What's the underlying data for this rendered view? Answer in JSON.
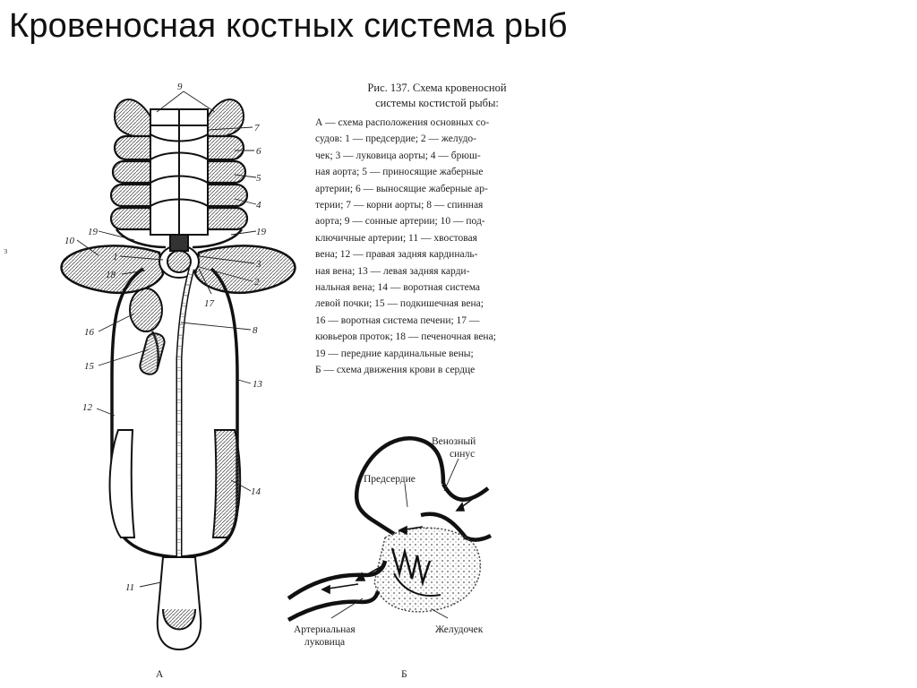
{
  "slide": {
    "title": "Кровеносная  костных система рыб"
  },
  "caption": {
    "title_line1": "Рис. 137. Схема кровеносной",
    "title_line2": "системы костистой рыбы:",
    "lines": [
      "А — схема расположения основных со-",
      "судов: 1 — предсердие; 2 — желудо-",
      "чек; 3 — луковица аорты; 4 — брюш-",
      "ная аорта; 5 — приносящие жаберные",
      "артерии; 6 — выносящие жаберные ар-",
      "терии; 7 — корни аорты; 8 — спинная",
      "аорта; 9 — сонные артерии; 10 — под-",
      "ключичные артерии; 11 — хвостовая",
      "вена; 12 — правая задняя кардиналь-",
      "ная вена; 13 — левая задняя карди-",
      "нальная вена; 14 — воротная система",
      "левой почки; 15 — подкишечная вена;",
      "16 — воротная система печени; 17 —",
      "кювьеров проток; 18 — печеночная вена;",
      "19 — передние кардинальные вены;",
      "Б — схема движения крови в сердце"
    ]
  },
  "figure_a": {
    "panel_label": "А",
    "labels": {
      "n1": "1",
      "n2": "2",
      "n3": "3",
      "n4": "4",
      "n5": "5",
      "n6": "6",
      "n7": "7",
      "n8": "8",
      "n9": "9",
      "n10": "10",
      "n11": "11",
      "n12": "12",
      "n13": "13",
      "n14": "14",
      "n15": "15",
      "n16": "16",
      "n17": "17",
      "n18": "18",
      "n19_left": "19",
      "n19_right": "19"
    }
  },
  "figure_b": {
    "panel_label": "Б",
    "venous_sinus_line1": "Венозный",
    "venous_sinus_line2": "синус",
    "atrium": "Предсердие",
    "arterial_bulb_line1": "Артериальная",
    "arterial_bulb_line2": "луковица",
    "ventricle": "Желудочек"
  },
  "stray_mark": "з"
}
